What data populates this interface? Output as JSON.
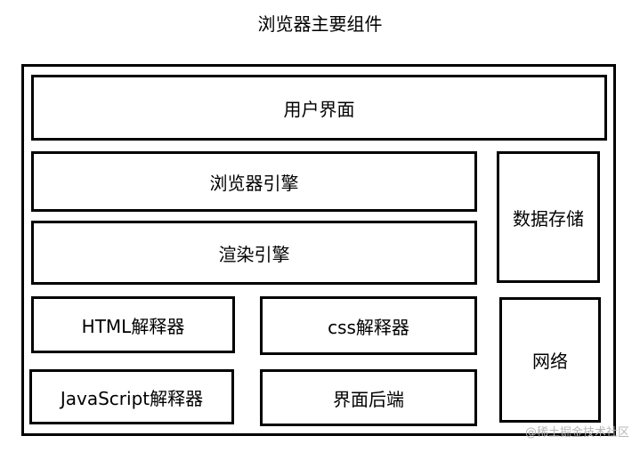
{
  "diagram": {
    "title": "浏览器主要组件",
    "components": {
      "user_interface": "用户界面",
      "browser_engine": "浏览器引擎",
      "rendering_engine": "渲染引擎",
      "data_storage": "数据存储",
      "html_parser": "HTML解释器",
      "css_parser": "css解释器",
      "network": "网络",
      "javascript_parser": "JavaScript解释器",
      "ui_backend": "界面后端"
    },
    "watermark": "@稀土掘金技术社区"
  }
}
